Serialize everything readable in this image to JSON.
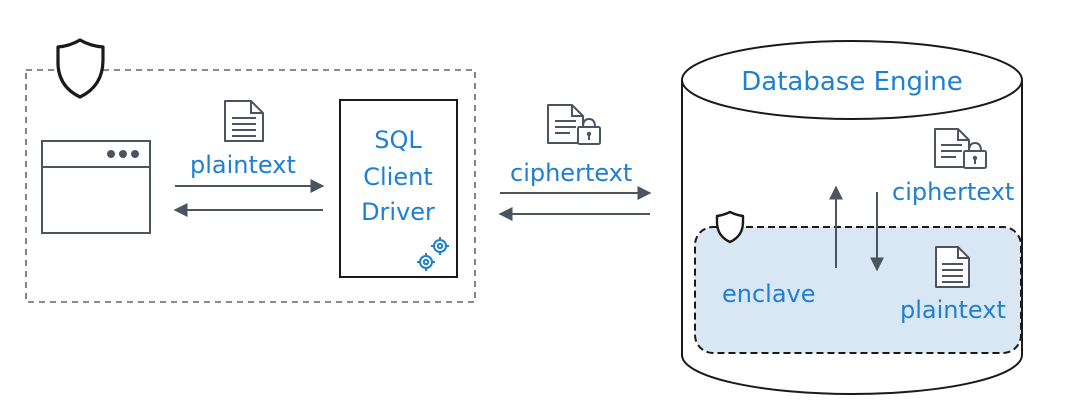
{
  "labels": {
    "plaintext_left": "plaintext",
    "driver_line1": "SQL",
    "driver_line2": "Client",
    "driver_line3": "Driver",
    "ciphertext_middle": "ciphertext",
    "database_engine": "Database Engine",
    "ciphertext_db": "ciphertext",
    "enclave": "enclave",
    "plaintext_db": "plaintext"
  },
  "colors": {
    "label_blue": "#1f7fd1",
    "stroke_dark": "#222222",
    "dashed_gray": "#666666",
    "arrow_gray": "#4a5560",
    "enclave_fill": "#d9e6f3"
  },
  "icons": {
    "left_shield": "shield-icon",
    "app_window": "browser-window-icon",
    "left_document": "document-icon",
    "gears": "gears-icon",
    "middle_locked_document": "locked-document-icon",
    "db_locked_document": "locked-document-icon",
    "enclave_shield": "shield-icon",
    "db_document": "document-icon"
  }
}
